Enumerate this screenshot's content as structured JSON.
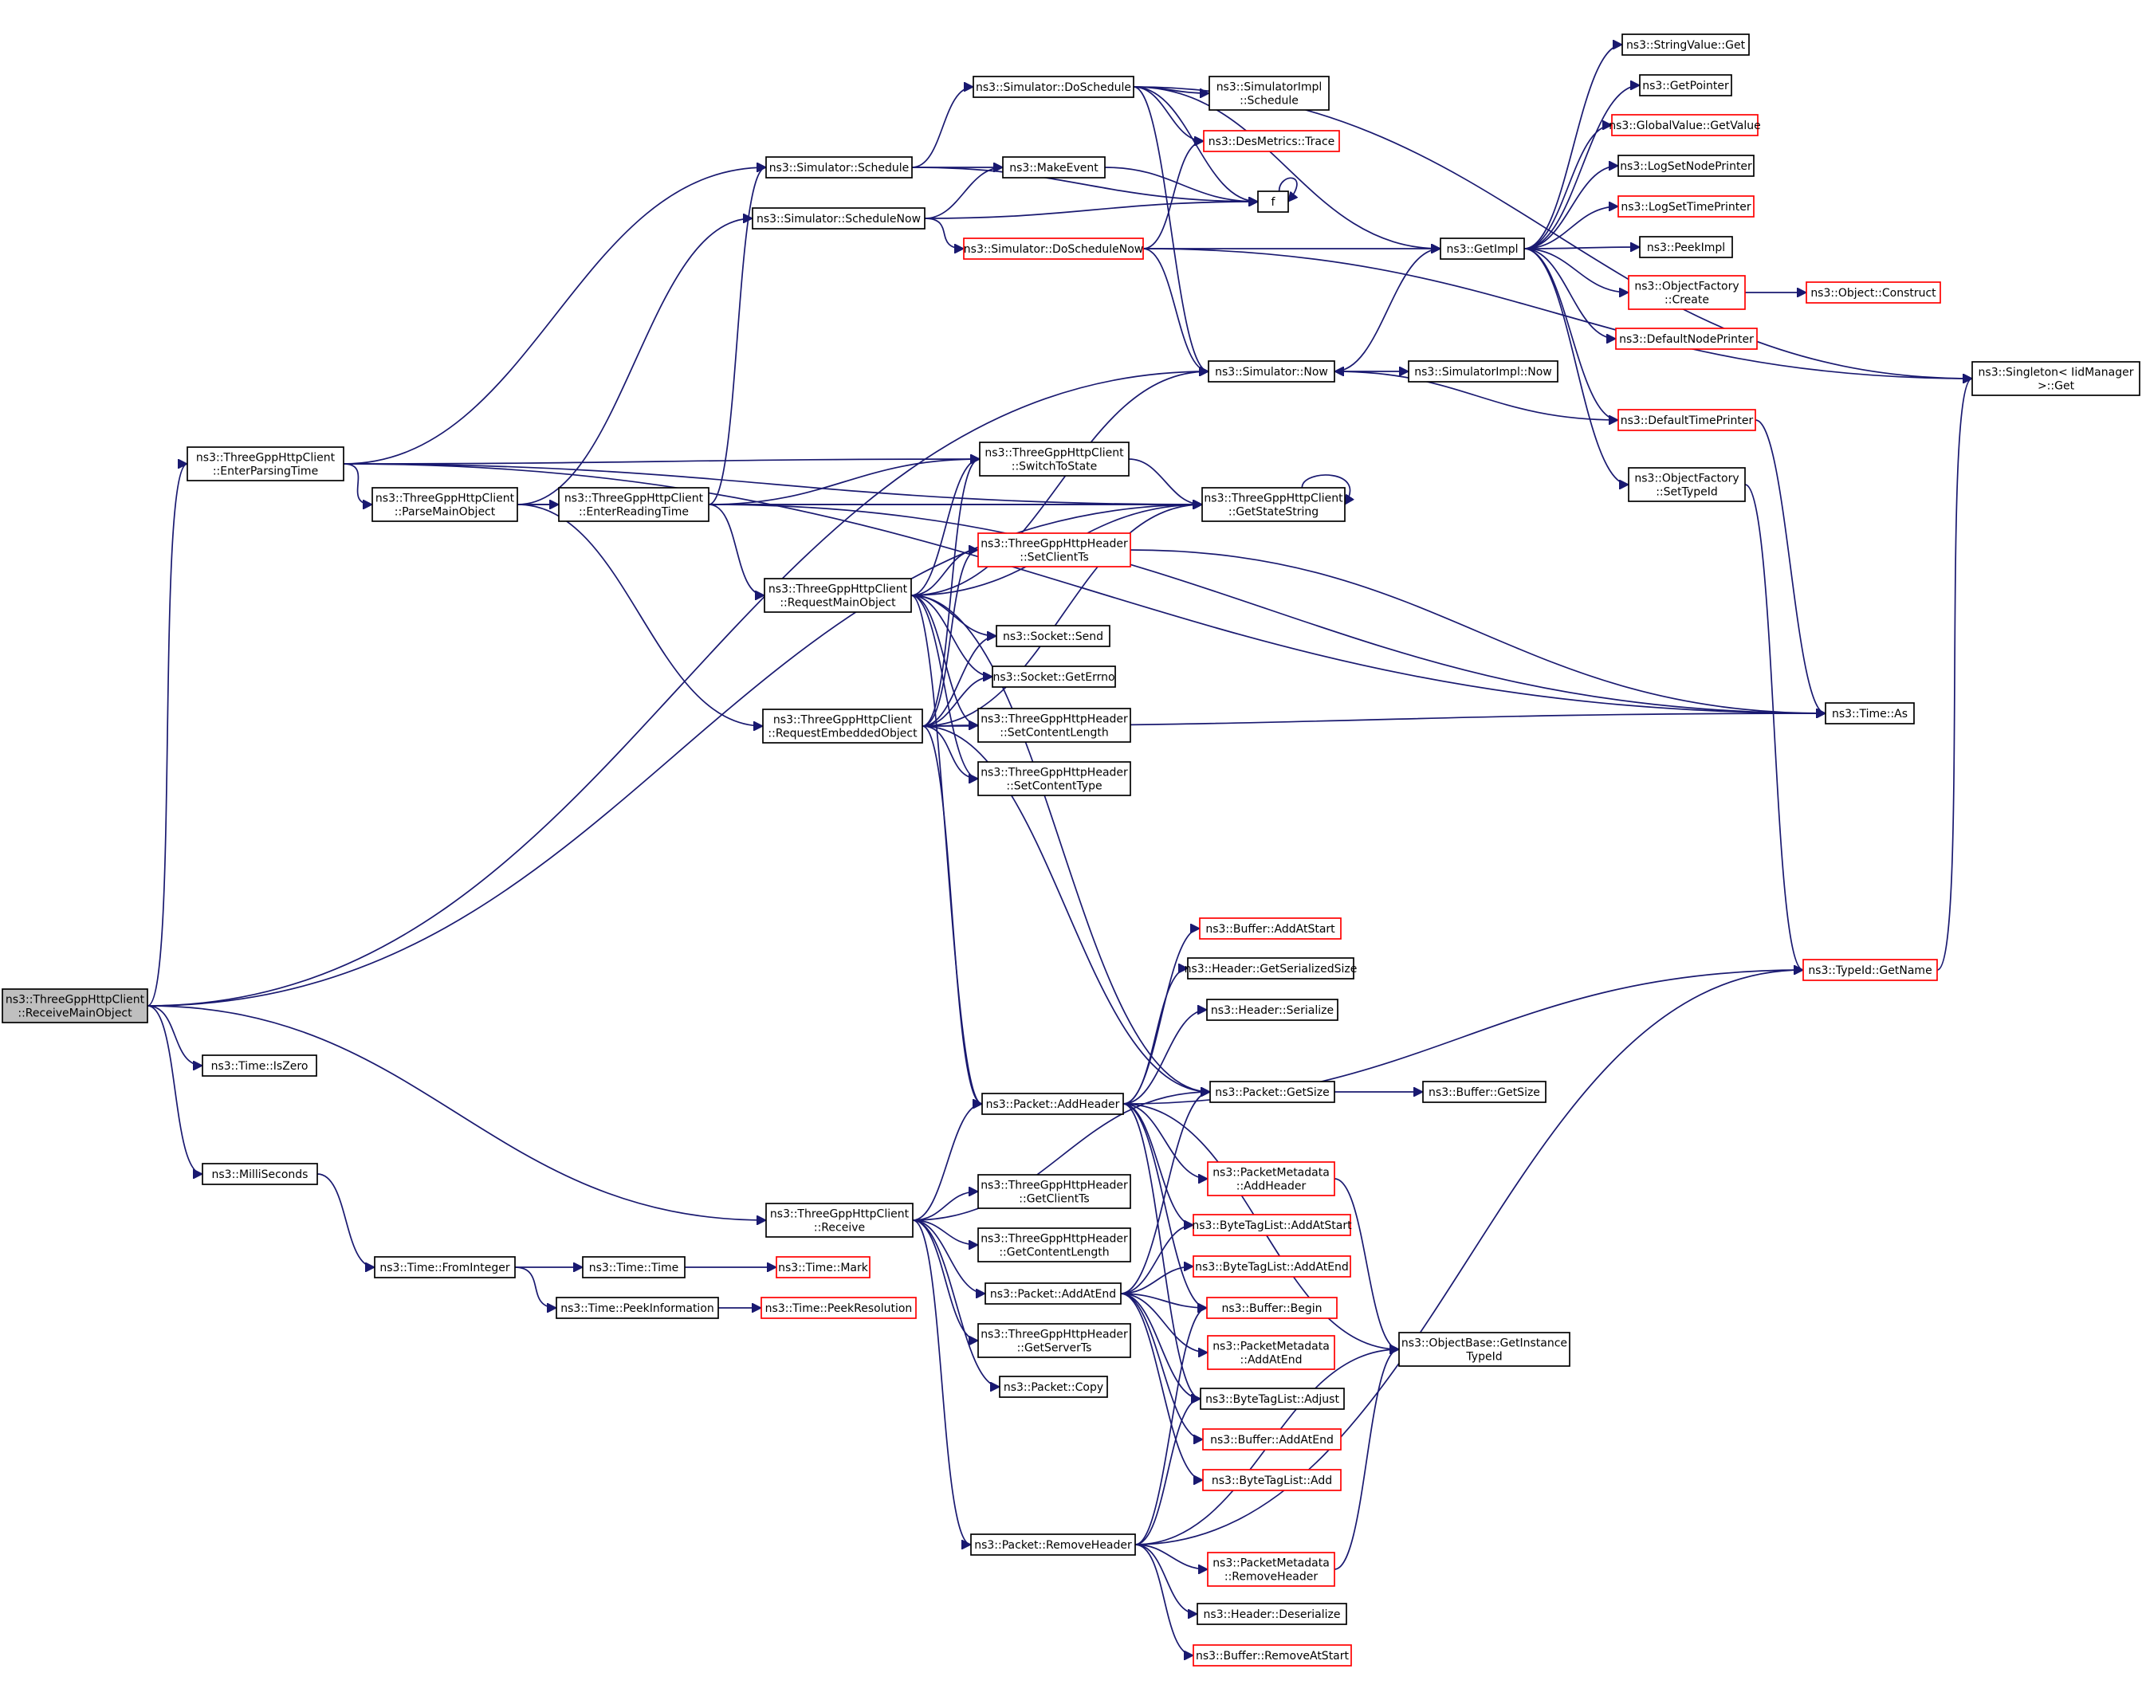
{
  "graph": {
    "colors": {
      "edge": "#191970",
      "normal_border": "#000000",
      "external_border": "#ff0000",
      "root_fill": "#bfbfbf"
    },
    "nodes": {
      "receivemain": {
        "lines": [
          "ns3::ThreeGppHttpClient",
          "::ReceiveMainObject"
        ],
        "style": "root"
      },
      "enterparsing": {
        "lines": [
          "ns3::ThreeGppHttpClient",
          "::EnterParsingTime"
        ],
        "style": "normal"
      },
      "iszero": {
        "lines": [
          "ns3::Time::IsZero"
        ],
        "style": "normal"
      },
      "milliseconds": {
        "lines": [
          "ns3::MilliSeconds"
        ],
        "style": "normal"
      },
      "frominteger": {
        "lines": [
          "ns3::Time::FromInteger"
        ],
        "style": "normal"
      },
      "timetime": {
        "lines": [
          "ns3::Time::Time"
        ],
        "style": "normal"
      },
      "peekinformation": {
        "lines": [
          "ns3::Time::PeekInformation"
        ],
        "style": "normal"
      },
      "timemark": {
        "lines": [
          "ns3::Time::Mark"
        ],
        "style": "red"
      },
      "peekresolution": {
        "lines": [
          "ns3::Time::PeekResolution"
        ],
        "style": "red"
      },
      "parsemain": {
        "lines": [
          "ns3::ThreeGppHttpClient",
          "::ParseMainObject"
        ],
        "style": "normal"
      },
      "enterreading": {
        "lines": [
          "ns3::ThreeGppHttpClient",
          "::EnterReadingTime"
        ],
        "style": "normal"
      },
      "schedule": {
        "lines": [
          "ns3::Simulator::Schedule"
        ],
        "style": "normal"
      },
      "schedulenow": {
        "lines": [
          "ns3::Simulator::ScheduleNow"
        ],
        "style": "normal"
      },
      "doschedule": {
        "lines": [
          "ns3::Simulator::DoSchedule"
        ],
        "style": "normal"
      },
      "makeevent": {
        "lines": [
          "ns3::MakeEvent"
        ],
        "style": "normal"
      },
      "doschedulenow": {
        "lines": [
          "ns3::Simulator::DoScheduleNow"
        ],
        "style": "red"
      },
      "simimplschedule": {
        "lines": [
          "ns3::SimulatorImpl",
          "::Schedule"
        ],
        "style": "normal"
      },
      "desmetrics": {
        "lines": [
          "ns3::DesMetrics::Trace"
        ],
        "style": "red"
      },
      "f": {
        "lines": [
          "f"
        ],
        "style": "normal"
      },
      "simnow": {
        "lines": [
          "ns3::Simulator::Now"
        ],
        "style": "normal"
      },
      "simimplnow": {
        "lines": [
          "ns3::SimulatorImpl::Now"
        ],
        "style": "normal"
      },
      "getimpl": {
        "lines": [
          "ns3::GetImpl"
        ],
        "style": "normal"
      },
      "stringvalueget": {
        "lines": [
          "ns3::StringValue::Get"
        ],
        "style": "normal"
      },
      "getpointer": {
        "lines": [
          "ns3::GetPointer"
        ],
        "style": "normal"
      },
      "globalvalue": {
        "lines": [
          "ns3::GlobalValue::GetValue"
        ],
        "style": "red"
      },
      "logsetnode": {
        "lines": [
          "ns3::LogSetNodePrinter"
        ],
        "style": "normal"
      },
      "logsettime": {
        "lines": [
          "ns3::LogSetTimePrinter"
        ],
        "style": "red"
      },
      "peekimpl": {
        "lines": [
          "ns3::PeekImpl"
        ],
        "style": "normal"
      },
      "objfactorycreate": {
        "lines": [
          "ns3::ObjectFactory",
          "::Create"
        ],
        "style": "red"
      },
      "objectconstruct": {
        "lines": [
          "ns3::Object::Construct"
        ],
        "style": "red"
      },
      "defaultnodeprinter": {
        "lines": [
          "ns3::DefaultNodePrinter"
        ],
        "style": "red"
      },
      "defaulttimeprinter": {
        "lines": [
          "ns3::DefaultTimePrinter"
        ],
        "style": "red"
      },
      "objfactorysettypeid": {
        "lines": [
          "ns3::ObjectFactory",
          "::SetTypeId"
        ],
        "style": "normal"
      },
      "singletonget": {
        "lines": [
          "ns3::Singleton< IidManager",
          ">::Get"
        ],
        "style": "normal"
      },
      "switchtostate": {
        "lines": [
          "ns3::ThreeGppHttpClient",
          "::SwitchToState"
        ],
        "style": "normal"
      },
      "getstatestring": {
        "lines": [
          "ns3::ThreeGppHttpClient",
          "::GetStateString"
        ],
        "style": "normal"
      },
      "requestmain": {
        "lines": [
          "ns3::ThreeGppHttpClient",
          "::RequestMainObject"
        ],
        "style": "normal"
      },
      "setclientts": {
        "lines": [
          "ns3::ThreeGppHttpHeader",
          "::SetClientTs"
        ],
        "style": "red"
      },
      "socketsend": {
        "lines": [
          "ns3::Socket::Send"
        ],
        "style": "normal"
      },
      "socketgeterrno": {
        "lines": [
          "ns3::Socket::GetErrno"
        ],
        "style": "normal"
      },
      "setcontentlength": {
        "lines": [
          "ns3::ThreeGppHttpHeader",
          "::SetContentLength"
        ],
        "style": "normal"
      },
      "setcontenttype": {
        "lines": [
          "ns3::ThreeGppHttpHeader",
          "::SetContentType"
        ],
        "style": "normal"
      },
      "requestembedded": {
        "lines": [
          "ns3::ThreeGppHttpClient",
          "::RequestEmbeddedObject"
        ],
        "style": "normal"
      },
      "timeas": {
        "lines": [
          "ns3::Time::As"
        ],
        "style": "normal"
      },
      "bufferaddatstart": {
        "lines": [
          "ns3::Buffer::AddAtStart"
        ],
        "style": "red"
      },
      "headerserializedsize": {
        "lines": [
          "ns3::Header::GetSerializedSize"
        ],
        "style": "normal"
      },
      "headerserialize": {
        "lines": [
          "ns3::Header::Serialize"
        ],
        "style": "normal"
      },
      "packetgetsize": {
        "lines": [
          "ns3::Packet::GetSize"
        ],
        "style": "normal"
      },
      "buffergetsize": {
        "lines": [
          "ns3::Buffer::GetSize"
        ],
        "style": "normal"
      },
      "typeidgetname": {
        "lines": [
          "ns3::TypeId::GetName"
        ],
        "style": "red"
      },
      "packetaddheader": {
        "lines": [
          "ns3::Packet::AddHeader"
        ],
        "style": "normal"
      },
      "pmaddheader": {
        "lines": [
          "ns3::PacketMetadata",
          "::AddHeader"
        ],
        "style": "red"
      },
      "receive": {
        "lines": [
          "ns3::ThreeGppHttpClient",
          "::Receive"
        ],
        "style": "normal"
      },
      "getclientts": {
        "lines": [
          "ns3::ThreeGppHttpHeader",
          "::GetClientTs"
        ],
        "style": "normal"
      },
      "getcontentlength": {
        "lines": [
          "ns3::ThreeGppHttpHeader",
          "::GetContentLength"
        ],
        "style": "normal"
      },
      "packetaddatend": {
        "lines": [
          "ns3::Packet::AddAtEnd"
        ],
        "style": "normal"
      },
      "btladdatstart": {
        "lines": [
          "ns3::ByteTagList::AddAtStart"
        ],
        "style": "red"
      },
      "btladdatend": {
        "lines": [
          "ns3::ByteTagList::AddAtEnd"
        ],
        "style": "red"
      },
      "bufferbegin": {
        "lines": [
          "ns3::Buffer::Begin"
        ],
        "style": "red"
      },
      "pmaddatend": {
        "lines": [
          "ns3::PacketMetadata",
          "::AddAtEnd"
        ],
        "style": "red"
      },
      "objbasegetinstance": {
        "lines": [
          "ns3::ObjectBase::GetInstance",
          "TypeId"
        ],
        "style": "normal"
      },
      "getserverts": {
        "lines": [
          "ns3::ThreeGppHttpHeader",
          "::GetServerTs"
        ],
        "style": "normal"
      },
      "packetcopy": {
        "lines": [
          "ns3::Packet::Copy"
        ],
        "style": "normal"
      },
      "btladjust": {
        "lines": [
          "ns3::ByteTagList::Adjust"
        ],
        "style": "normal"
      },
      "bufferaddatend": {
        "lines": [
          "ns3::Buffer::AddAtEnd"
        ],
        "style": "red"
      },
      "btladd": {
        "lines": [
          "ns3::ByteTagList::Add"
        ],
        "style": "red"
      },
      "packetremoveheader": {
        "lines": [
          "ns3::Packet::RemoveHeader"
        ],
        "style": "normal"
      },
      "pmremoveheader": {
        "lines": [
          "ns3::PacketMetadata",
          "::RemoveHeader"
        ],
        "style": "red"
      },
      "headerdeserialize": {
        "lines": [
          "ns3::Header::Deserialize"
        ],
        "style": "normal"
      },
      "bufferremoveatstart": {
        "lines": [
          "ns3::Buffer::RemoveAtStart"
        ],
        "style": "red"
      }
    },
    "edges": [
      [
        "receivemain",
        "enterparsing"
      ],
      [
        "receivemain",
        "iszero"
      ],
      [
        "receivemain",
        "milliseconds"
      ],
      [
        "receivemain",
        "receive"
      ],
      [
        "receivemain",
        "simnow"
      ],
      [
        "receivemain",
        "getstatestring"
      ],
      [
        "milliseconds",
        "frominteger"
      ],
      [
        "frominteger",
        "timetime"
      ],
      [
        "frominteger",
        "peekinformation"
      ],
      [
        "timetime",
        "timemark"
      ],
      [
        "peekinformation",
        "peekresolution"
      ],
      [
        "enterparsing",
        "schedule"
      ],
      [
        "enterparsing",
        "parsemain"
      ],
      [
        "enterparsing",
        "switchtostate"
      ],
      [
        "enterparsing",
        "getstatestring"
      ],
      [
        "enterparsing",
        "timeas"
      ],
      [
        "parsemain",
        "enterreading"
      ],
      [
        "parsemain",
        "schedulenow"
      ],
      [
        "parsemain",
        "requestembedded"
      ],
      [
        "parsemain",
        "getstatestring"
      ],
      [
        "enterreading",
        "schedule"
      ],
      [
        "enterreading",
        "switchtostate"
      ],
      [
        "enterreading",
        "getstatestring"
      ],
      [
        "enterreading",
        "requestmain"
      ],
      [
        "enterreading",
        "timeas"
      ],
      [
        "schedule",
        "doschedule"
      ],
      [
        "schedule",
        "makeevent"
      ],
      [
        "schedule",
        "f"
      ],
      [
        "schedulenow",
        "makeevent"
      ],
      [
        "schedulenow",
        "f"
      ],
      [
        "schedulenow",
        "doschedulenow"
      ],
      [
        "makeevent",
        "f"
      ],
      [
        "f",
        "f"
      ],
      [
        "doschedule",
        "simimplschedule"
      ],
      [
        "doschedule",
        "desmetrics"
      ],
      [
        "doschedule",
        "f"
      ],
      [
        "doschedule",
        "getimpl"
      ],
      [
        "doschedule",
        "singletonget"
      ],
      [
        "doschedule",
        "simnow"
      ],
      [
        "doschedulenow",
        "desmetrics"
      ],
      [
        "doschedulenow",
        "getimpl"
      ],
      [
        "doschedulenow",
        "simnow"
      ],
      [
        "doschedulenow",
        "singletonget"
      ],
      [
        "simnow",
        "simimplnow"
      ],
      [
        "simnow",
        "getimpl"
      ],
      [
        "getimpl",
        "stringvalueget"
      ],
      [
        "getimpl",
        "getpointer"
      ],
      [
        "getimpl",
        "globalvalue"
      ],
      [
        "getimpl",
        "logsetnode"
      ],
      [
        "getimpl",
        "logsettime"
      ],
      [
        "getimpl",
        "peekimpl"
      ],
      [
        "getimpl",
        "objfactorycreate"
      ],
      [
        "getimpl",
        "defaultnodeprinter"
      ],
      [
        "getimpl",
        "defaulttimeprinter"
      ],
      [
        "getimpl",
        "objfactorysettypeid"
      ],
      [
        "objfactorycreate",
        "objectconstruct"
      ],
      [
        "defaulttimeprinter",
        "simnow"
      ],
      [
        "defaulttimeprinter",
        "timeas"
      ],
      [
        "objfactorysettypeid",
        "typeidgetname"
      ],
      [
        "typeidgetname",
        "singletonget"
      ],
      [
        "switchtostate",
        "getstatestring"
      ],
      [
        "getstatestring",
        "getstatestring"
      ],
      [
        "requestmain",
        "switchtostate"
      ],
      [
        "requestmain",
        "getstatestring"
      ],
      [
        "requestmain",
        "setclientts"
      ],
      [
        "requestmain",
        "socketsend"
      ],
      [
        "requestmain",
        "socketgeterrno"
      ],
      [
        "requestmain",
        "setcontentlength"
      ],
      [
        "requestmain",
        "setcontenttype"
      ],
      [
        "requestmain",
        "simnow"
      ],
      [
        "requestmain",
        "packetaddheader"
      ],
      [
        "requestmain",
        "packetgetsize"
      ],
      [
        "requestembedded",
        "switchtostate"
      ],
      [
        "requestembedded",
        "setclientts"
      ],
      [
        "requestembedded",
        "socketsend"
      ],
      [
        "requestembedded",
        "socketgeterrno"
      ],
      [
        "requestembedded",
        "setcontentlength"
      ],
      [
        "requestembedded",
        "setcontenttype"
      ],
      [
        "requestembedded",
        "packetaddheader"
      ],
      [
        "requestembedded",
        "packetgetsize"
      ],
      [
        "requestembedded",
        "getstatestring"
      ],
      [
        "requestembedded",
        "timeas"
      ],
      [
        "setclientts",
        "timeas"
      ],
      [
        "packetaddheader",
        "bufferaddatstart"
      ],
      [
        "packetaddheader",
        "headerserializedsize"
      ],
      [
        "packetaddheader",
        "headerserialize"
      ],
      [
        "packetaddheader",
        "typeidgetname"
      ],
      [
        "packetaddheader",
        "pmaddheader"
      ],
      [
        "packetaddheader",
        "objbasegetinstance"
      ],
      [
        "packetaddheader",
        "btladdatstart"
      ],
      [
        "packetaddheader",
        "bufferbegin"
      ],
      [
        "packetaddheader",
        "btladjust"
      ],
      [
        "pmaddheader",
        "objbasegetinstance"
      ],
      [
        "packetgetsize",
        "buffergetsize"
      ],
      [
        "receive",
        "packetaddheader"
      ],
      [
        "receive",
        "packetgetsize"
      ],
      [
        "receive",
        "getclientts"
      ],
      [
        "receive",
        "getcontentlength"
      ],
      [
        "receive",
        "packetaddatend"
      ],
      [
        "receive",
        "getserverts"
      ],
      [
        "receive",
        "packetcopy"
      ],
      [
        "receive",
        "packetremoveheader"
      ],
      [
        "packetaddatend",
        "packetgetsize"
      ],
      [
        "packetaddatend",
        "btladdatstart"
      ],
      [
        "packetaddatend",
        "btladdatend"
      ],
      [
        "packetaddatend",
        "bufferbegin"
      ],
      [
        "packetaddatend",
        "pmaddatend"
      ],
      [
        "packetaddatend",
        "btladjust"
      ],
      [
        "packetaddatend",
        "bufferaddatend"
      ],
      [
        "packetaddatend",
        "btladd"
      ],
      [
        "packetremoveheader",
        "bufferbegin"
      ],
      [
        "packetremoveheader",
        "btladjust"
      ],
      [
        "packetremoveheader",
        "objbasegetinstance"
      ],
      [
        "packetremoveheader",
        "pmremoveheader"
      ],
      [
        "packetremoveheader",
        "headerdeserialize"
      ],
      [
        "packetremoveheader",
        "bufferremoveatstart"
      ],
      [
        "packetremoveheader",
        "typeidgetname"
      ],
      [
        "pmremoveheader",
        "objbasegetinstance"
      ]
    ]
  }
}
